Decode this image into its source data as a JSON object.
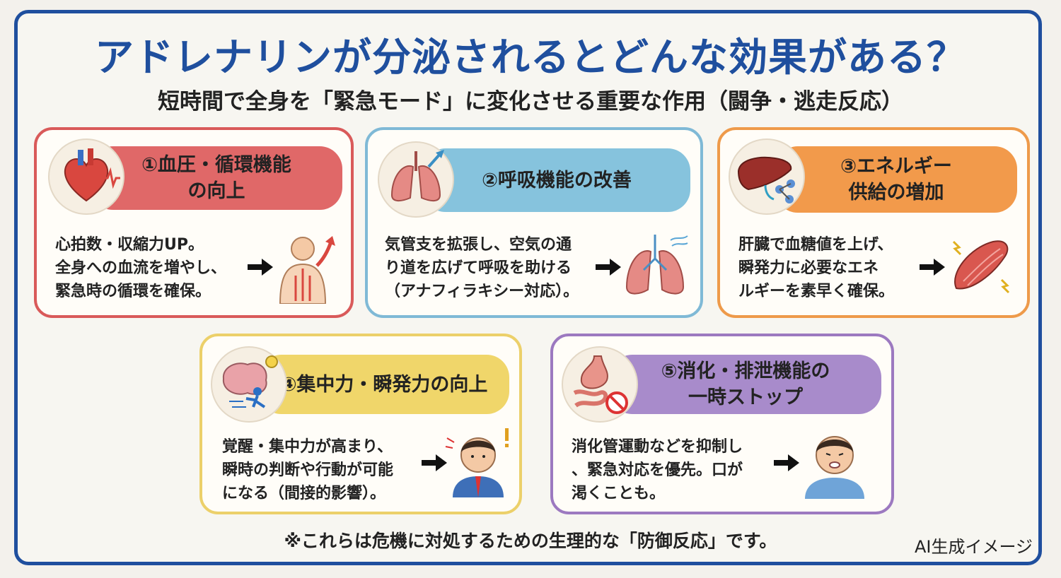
{
  "title": "アドレナリンが分泌されるとどんな効果がある？",
  "subtitle": "短時間で全身を「緊急モード」に変化させる重要な作用（闘争・逃走反応）",
  "cards": [
    {
      "banner": "①血圧・循環機能\nの向上",
      "body": "心拍数・収縮力UP。\n全身への血流を増やし、\n緊急時の循環を確保。",
      "color": "#d95a5a",
      "banner_color": "#e06868",
      "icon": "heart-icon",
      "pic": "circulation-body-icon"
    },
    {
      "banner": "②呼吸機能の改善",
      "body": "気管支を拡張し、空気の通\nり道を広げて呼吸を助ける\n（アナフィラキシー対応）。",
      "color": "#7fb9d6",
      "banner_color": "#86c3dd",
      "icon": "lungs-icon",
      "pic": "lungs-breath-icon"
    },
    {
      "banner": "③エネルギー\n供給の増加",
      "body": "肝臓で血糖値を上げ、\n瞬発力に必要なエネ\nルギーを素早く確保。",
      "color": "#ee9a4a",
      "banner_color": "#f29a4b",
      "icon": "liver-icon",
      "pic": "muscle-icon"
    },
    {
      "banner": "④集中力・瞬発力の向上",
      "body": "覚醒・集中力が高まり、\n瞬時の判断や行動が可能\nになる（間接的影響）。",
      "color": "#ecd06a",
      "banner_color": "#f0d66a",
      "icon": "brain-icon",
      "pic": "alert-man-icon"
    },
    {
      "banner": "⑤消化・排泄機能の\n一時ストップ",
      "body": "消化管運動などを抑制し\n、緊急対応を優先。口が\n渇くことも。",
      "color": "#9c79c0",
      "banner_color": "#a88bcb",
      "icon": "stomach-icon",
      "pic": "dry-mouth-man-icon"
    }
  ],
  "footnote": "※これらは危機に対処するための生理的な「防御反応」です。",
  "ai_label": "AI生成イメージ"
}
